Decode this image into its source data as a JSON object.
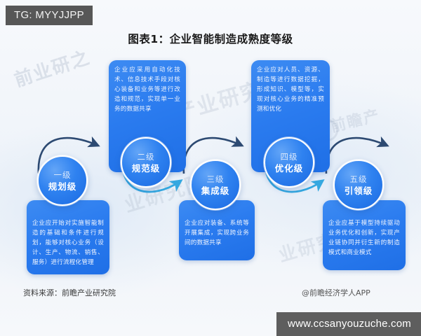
{
  "overlay": {
    "tg_tag": "TG: MYYJJPP",
    "url_watermark": "www.ccsanyouzuche.com"
  },
  "header": {
    "title": "图表1：企业智能制造成熟度等级"
  },
  "watermarks": {
    "w1": "前业研之",
    "w2": "瞻产业研究院",
    "w3": "业研究院",
    "w4": "前瞻产",
    "w5": "业研究院"
  },
  "footer": {
    "source": "资料来源：前瞻产业研究院",
    "credit": "@前瞻经济学人APP"
  },
  "colors": {
    "card_blue": "#2a7bef",
    "circle_blue": "#2f82f0",
    "arrow_dark": "#2d4a72",
    "arrow_cyan": "#35a8e0",
    "background": "#f4f7fb",
    "tag_gray": "#575757"
  },
  "chart_data": {
    "type": "diagram",
    "title": "图表1：企业智能制造成熟度等级",
    "subtype": "maturity-level-flow",
    "levels": [
      {
        "index": 1,
        "level": "一级",
        "name": "规划级",
        "description": "企业应开始对实施智能制造的基础和条件进行规划，能够对核心业务（设计、生产、物流、销售、服务）进行流程化管理",
        "card_position": "below"
      },
      {
        "index": 2,
        "level": "二级",
        "name": "规范级",
        "description": "企业应采用自动化技术、信息技术手段对核心装备和业务等进行改造和规范，实现单一业务的数据共享",
        "card_position": "above"
      },
      {
        "index": 3,
        "level": "三级",
        "name": "集成级",
        "description": "企业应对装备、系统等开展集成，实现跨业务间的数据共享",
        "card_position": "below"
      },
      {
        "index": 4,
        "level": "四级",
        "name": "优化级",
        "description": "企业应对人员、资源、制造等进行数据挖掘，形成知识、模型等，实现对核心业务的精准预测和优化",
        "card_position": "above"
      },
      {
        "index": 5,
        "level": "五级",
        "name": "引领级",
        "description": "企业应基于模型持续驱动业务优化和创新，实现产业链协同并衍生新的制造模式和商业模式",
        "card_position": "below"
      }
    ],
    "connectors": [
      {
        "from": "一级",
        "to": "二级",
        "style": "arc-up",
        "color": "#2d4a72"
      },
      {
        "from": "二级",
        "to": "三级",
        "style": "arc-down",
        "color": "#35a8e0"
      },
      {
        "from": "三级",
        "to": "四级",
        "style": "arc-up",
        "color": "#2d4a72"
      },
      {
        "from": "四级",
        "to": "五级",
        "style": "arc-down",
        "color": "#35a8e0"
      }
    ]
  }
}
